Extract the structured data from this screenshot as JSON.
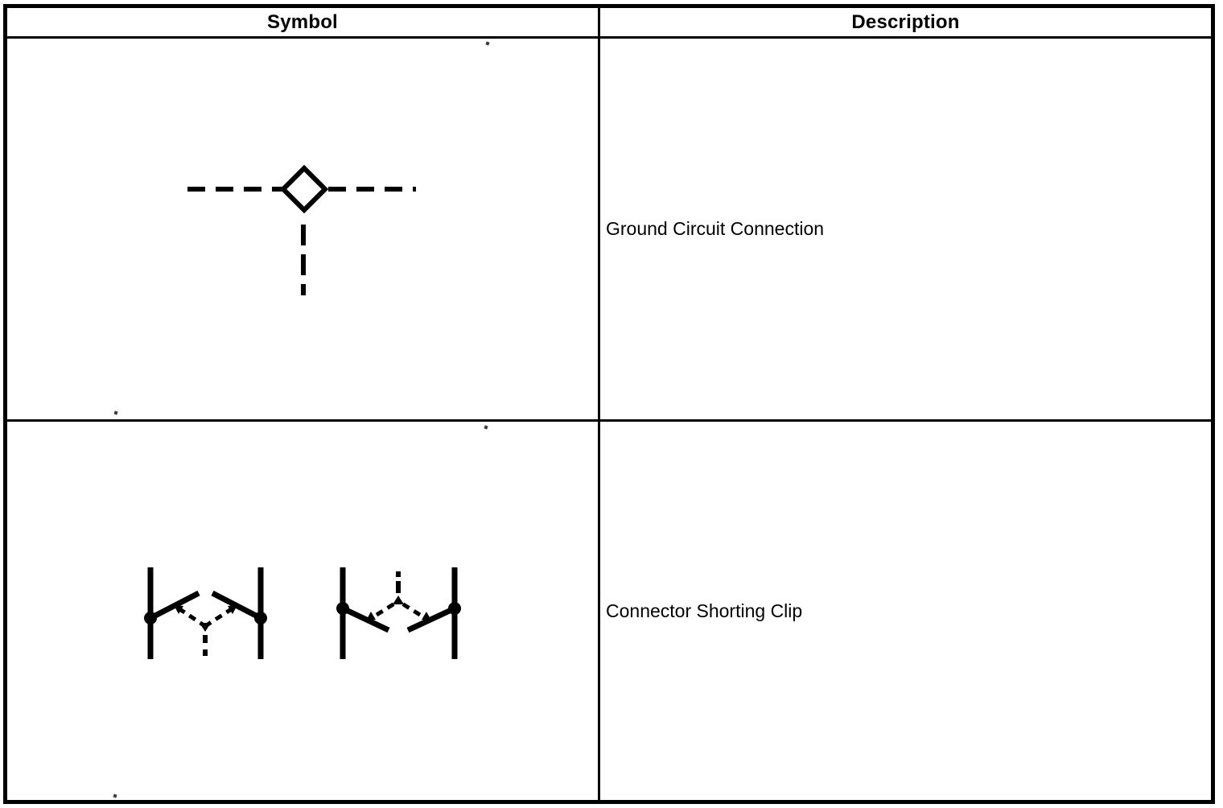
{
  "table": {
    "headers": [
      {
        "label": "Symbol"
      },
      {
        "label": "Description"
      }
    ],
    "rows": [
      {
        "symbol_name": "ground-circuit-connection-symbol",
        "description": "Ground Circuit Connection"
      },
      {
        "symbol_name": "connector-shorting-clip-symbol",
        "description": "Connector Shorting Clip"
      }
    ]
  },
  "colors": {
    "ink": "#000000",
    "background": "#ffffff"
  }
}
